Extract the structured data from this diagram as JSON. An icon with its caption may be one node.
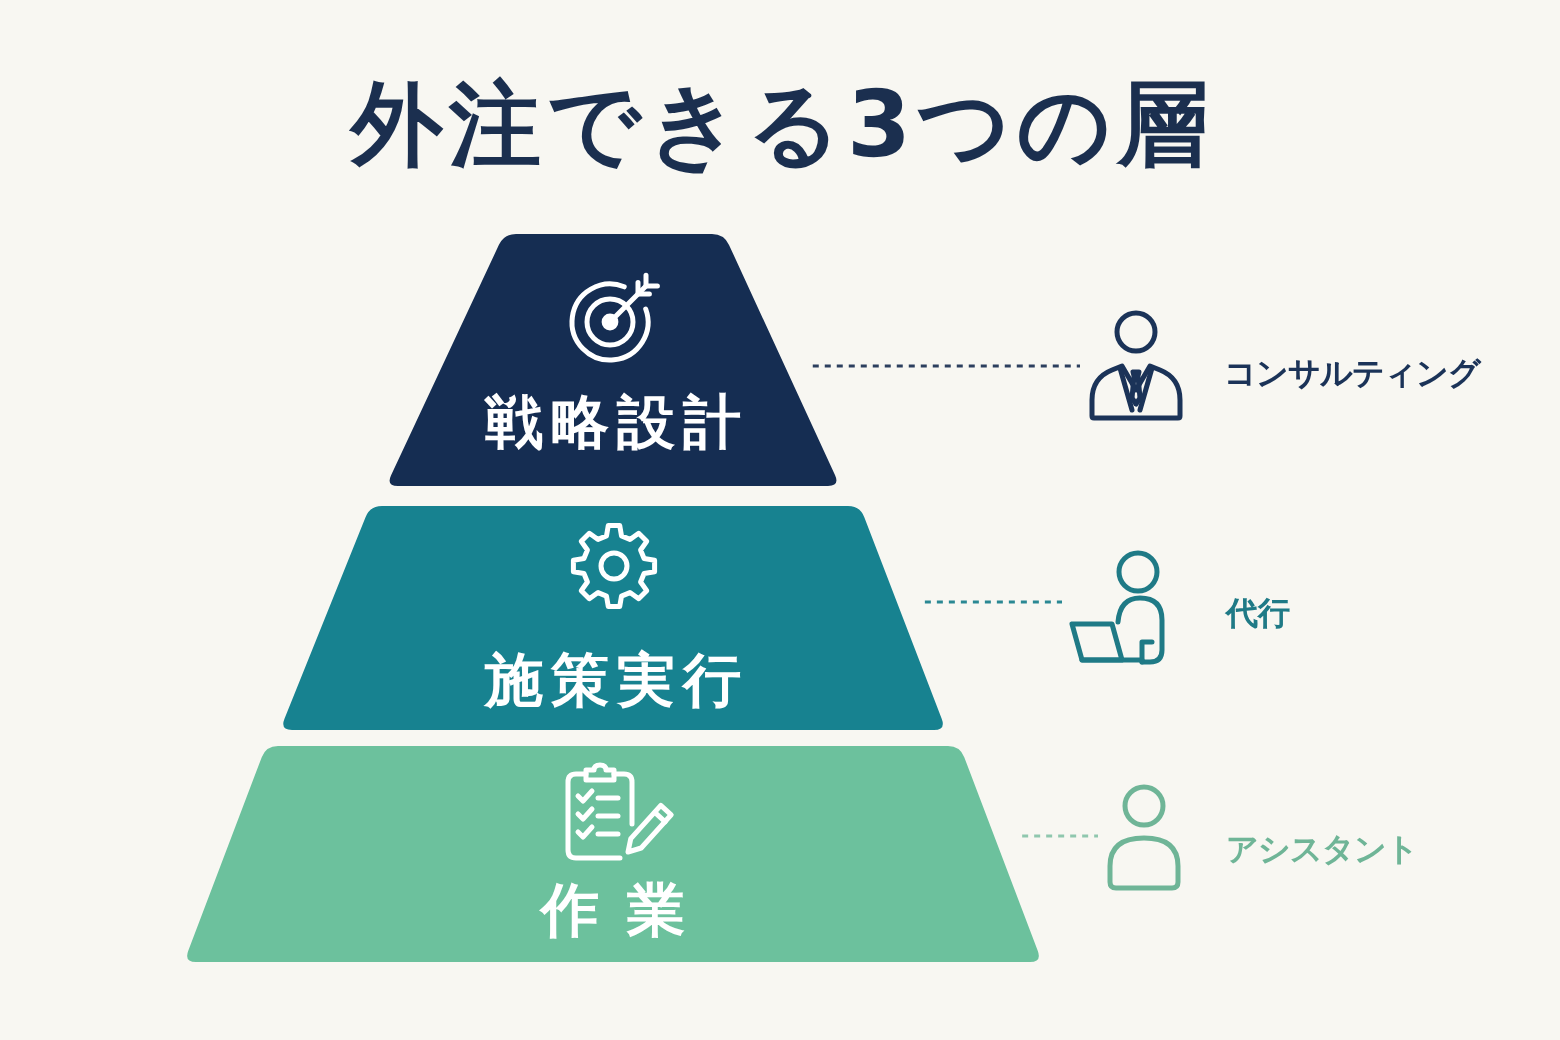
{
  "diagram": {
    "title": "外注できる3つの層",
    "nodes": [
      {
        "text": [
          "戦略設計"
        ]
      },
      {
        "text": [],
        "shape": "person",
        "beside": [
          "コンサルティング"
        ]
      },
      {
        "text": [
          "施策実行"
        ]
      },
      {
        "text": [],
        "shape": "person",
        "beside": [
          "代行"
        ]
      },
      {
        "text": [
          "作業"
        ]
      },
      {
        "text": [],
        "shape": "person",
        "beside": [
          "アシスタント"
        ]
      }
    ],
    "edges": [
      {
        "from": 0,
        "to": 1,
        "arrow": "none",
        "style": "dashed",
        "color": "#2c3f5e"
      },
      {
        "from": 2,
        "to": 3,
        "arrow": "none",
        "style": "dashed",
        "color": "#2a8893"
      },
      {
        "from": 4,
        "to": 5,
        "arrow": "none",
        "style": "dashed",
        "color": "#8fc7ae"
      }
    ]
  }
}
